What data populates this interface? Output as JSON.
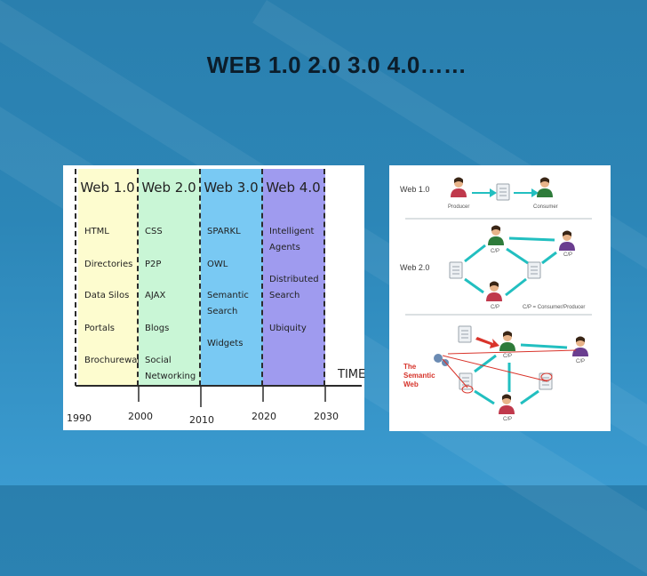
{
  "slide": {
    "title": "WEB 1.0  2.0  3.0 4.0……"
  },
  "timeline": {
    "columns": [
      {
        "header": "Web 1.0",
        "items": [
          "HTML",
          "Directories",
          "Data Silos",
          "Portals",
          "Brochureware"
        ],
        "color": "#fdfccf"
      },
      {
        "header": "Web 2.0",
        "items": [
          "CSS",
          "P2P",
          "AJAX",
          "Blogs",
          "Social\nNetworking"
        ],
        "color": "#c9f6d6"
      },
      {
        "header": "Web 3.0",
        "items": [
          "SPARKL",
          "OWL",
          "Semantic\nSearch",
          "Widgets"
        ],
        "color": "#79c9f3"
      },
      {
        "header": "Web 4.0",
        "items": [
          "Intelligent\nAgents",
          "Distributed\nSearch",
          "Ubiquity"
        ],
        "color": "#9f9bef"
      }
    ],
    "years": [
      "1990",
      "2000",
      "2010",
      "2020",
      "2030"
    ],
    "axis_label": "TIME"
  },
  "semantic": {
    "web1_label": "Web 1.0",
    "web2_label": "Web 2.0",
    "semantic_label": "The\nSemantic\nWeb",
    "producer_label": "Producer",
    "consumer_label": "Consumer",
    "cp_label": "C/P",
    "legend": "C/P = Consumer/Producer",
    "colors": {
      "arrow": "#22bfc0",
      "red_arrow": "#d9342b",
      "label": "#d6332a",
      "web_label": "#3a3a3a"
    }
  }
}
